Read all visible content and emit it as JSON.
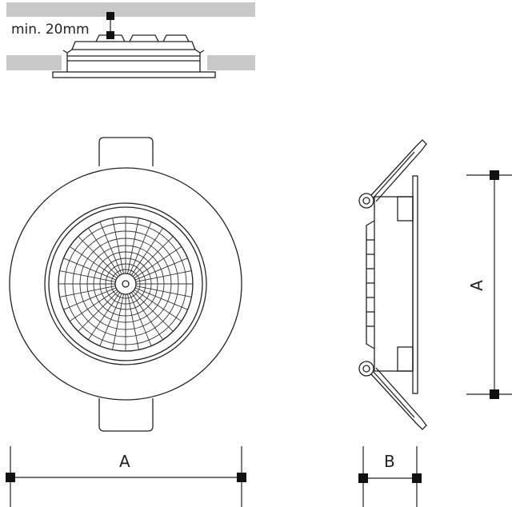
{
  "install": {
    "min_depth_label": "min. 20mm"
  },
  "dimensions": {
    "front_width": "A",
    "side_height": "A",
    "side_depth": "B"
  },
  "colors": {
    "ceiling": "#c8c8c8",
    "line": "#222222",
    "marker": "#111111"
  }
}
